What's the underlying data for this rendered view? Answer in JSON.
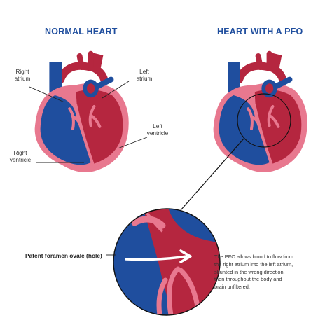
{
  "titles": {
    "normal": "NORMAL HEART",
    "pfo": "HEART WITH A PFO"
  },
  "labels": {
    "right_atrium": [
      "Right",
      "atrium"
    ],
    "left_atrium": [
      "Left",
      "atrium"
    ],
    "left_ventricle": [
      "Left",
      "ventricle"
    ],
    "right_ventricle": [
      "Right",
      "ventricle"
    ]
  },
  "pfo_label": "Patent foramen ovale (hole)",
  "description_lines": [
    "The PFO allows blood to flow from",
    "the right atrium into the left atrium,",
    "shunted in the wrong direction,",
    "then throughout the body and",
    "brain unfiltered."
  ],
  "colors": {
    "deoxygenated_blue": "#1f4e9e",
    "oxygenated_red": "#b5263f",
    "heart_wall_pink": "#e8788f",
    "outline": "#111111"
  }
}
